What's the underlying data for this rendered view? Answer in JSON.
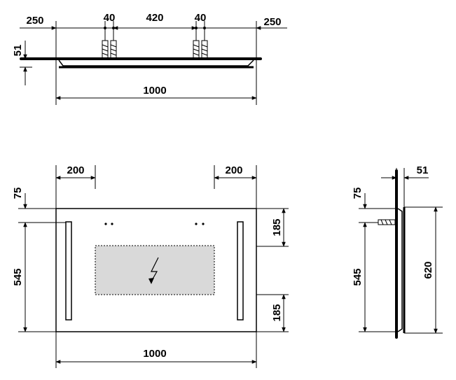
{
  "top_view": {
    "left_offset": "250",
    "bracket_left": "40",
    "bracket_spacing": "420",
    "bracket_right": "40",
    "right_offset": "250",
    "depth": "51",
    "width": "1000"
  },
  "front_view": {
    "left_margin": "200",
    "right_margin": "200",
    "top_margin": "75",
    "lower_height": "545",
    "right_top": "185",
    "right_bottom": "185",
    "width": "1000"
  },
  "side_view": {
    "depth": "51",
    "top_margin": "75",
    "lower_height": "545",
    "total_height": "620"
  },
  "icons": {
    "power_symbol": "lightning-bolt"
  }
}
